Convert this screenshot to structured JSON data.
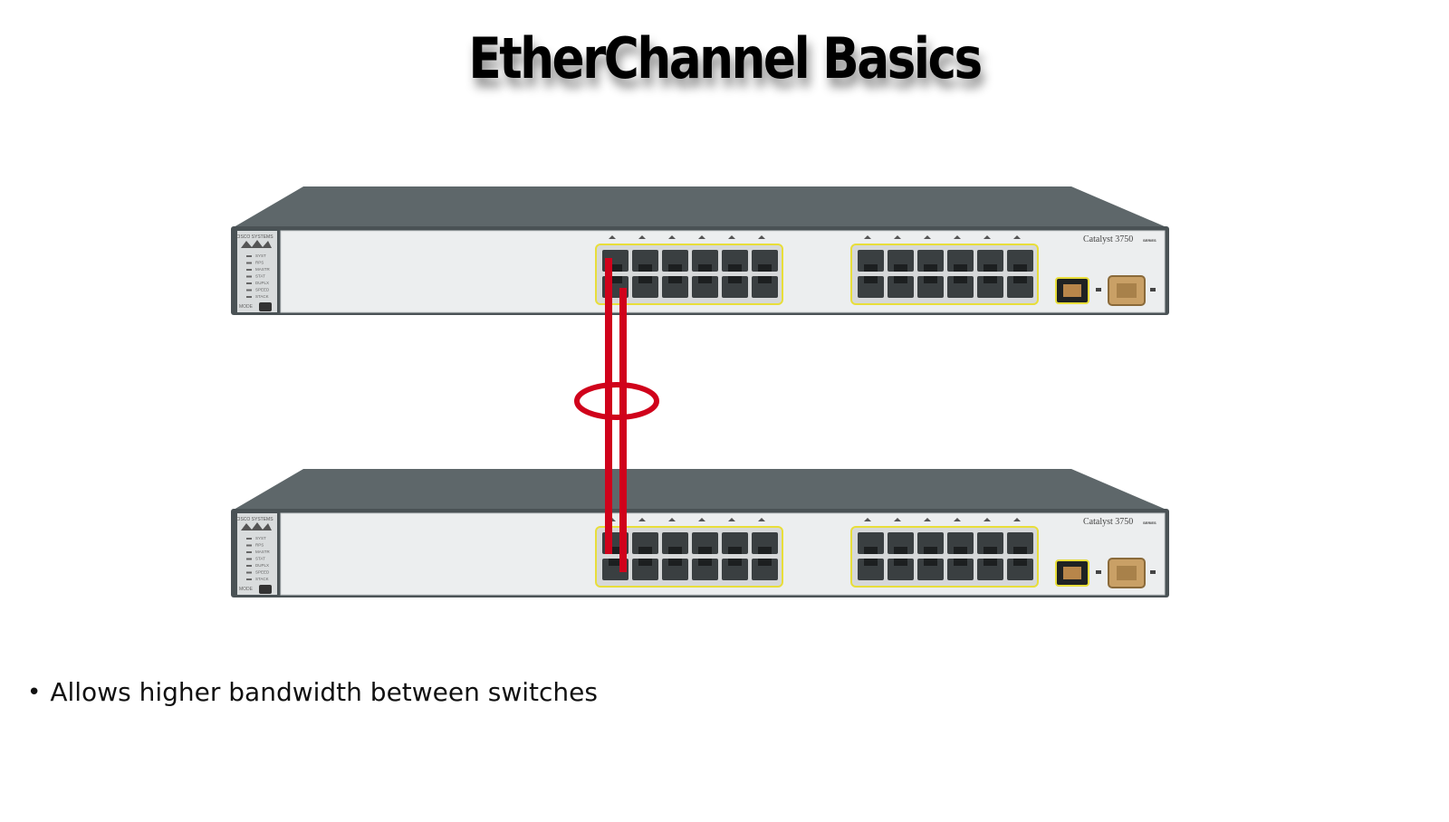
{
  "slide": {
    "title": "EtherChannel Basics",
    "bullets": [
      "Allows higher bandwidth between switches"
    ]
  },
  "switches": [
    {
      "id": "top",
      "model_label": "Catalyst 3750",
      "series_label": "SERIES",
      "brand_label": "CISCO SYSTEMS",
      "mode_label": "MODE",
      "leds": [
        "SYST",
        "RPS",
        "MASTR",
        "STAT",
        "DUPLX",
        "SPEED",
        "STACK"
      ]
    },
    {
      "id": "bottom",
      "model_label": "Catalyst 3750",
      "series_label": "SERIES",
      "brand_label": "CISCO SYSTEMS",
      "mode_label": "MODE",
      "leds": [
        "SYST",
        "RPS",
        "MASTR",
        "STAT",
        "DUPLX",
        "SPEED",
        "STACK"
      ]
    }
  ],
  "link": {
    "cable_count": 2,
    "cable_color": "#d0021b",
    "bundle_marker": "ellipse"
  },
  "colors": {
    "chassis": "#4a5255",
    "faceplate": "#eceeef",
    "port_highlight": "#e8de3a",
    "port": "#3a3f41"
  }
}
